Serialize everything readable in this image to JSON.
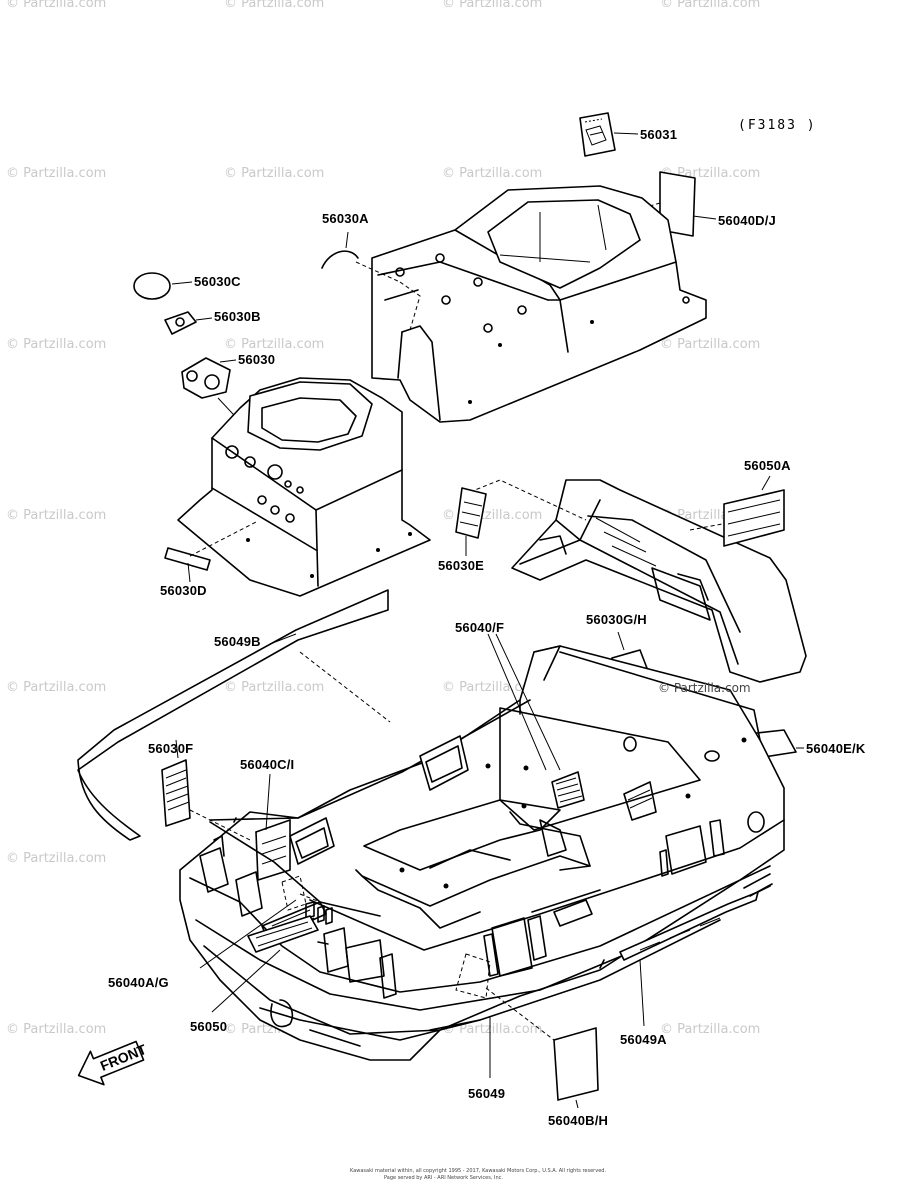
{
  "diagram_code": "(F3183 )",
  "watermark": "© Partzilla.com",
  "copyright": "© Partzilla.com",
  "footer_lines": [
    "Kawasaki material within, all copyright 1995 - 2017, Kawasaki Motors Corp., U.S.A. All rights reserved.",
    "Page served by ARI - ARI Network Services, Inc."
  ],
  "front_arrow_label": "FRONT",
  "callouts": [
    {
      "id": "56031",
      "label": "56031"
    },
    {
      "id": "56030A",
      "label": "56030A"
    },
    {
      "id": "56040DJ",
      "label": "56040D/J"
    },
    {
      "id": "56030C",
      "label": "56030C"
    },
    {
      "id": "56030B",
      "label": "56030B"
    },
    {
      "id": "56030",
      "label": "56030"
    },
    {
      "id": "56050A",
      "label": "56050A"
    },
    {
      "id": "56030E",
      "label": "56030E"
    },
    {
      "id": "56030D",
      "label": "56030D"
    },
    {
      "id": "56049B",
      "label": "56049B"
    },
    {
      "id": "56040F",
      "label": "56040/F"
    },
    {
      "id": "56030GH",
      "label": "56030G/H"
    },
    {
      "id": "56040EK",
      "label": "56040E/K"
    },
    {
      "id": "56030F",
      "label": "56030F"
    },
    {
      "id": "56040CI",
      "label": "56040C/I"
    },
    {
      "id": "56040AG",
      "label": "56040A/G"
    },
    {
      "id": "56050",
      "label": "56050"
    },
    {
      "id": "56049A",
      "label": "56049A"
    },
    {
      "id": "56049",
      "label": "56049"
    },
    {
      "id": "56040BH",
      "label": "56040B/H"
    }
  ]
}
